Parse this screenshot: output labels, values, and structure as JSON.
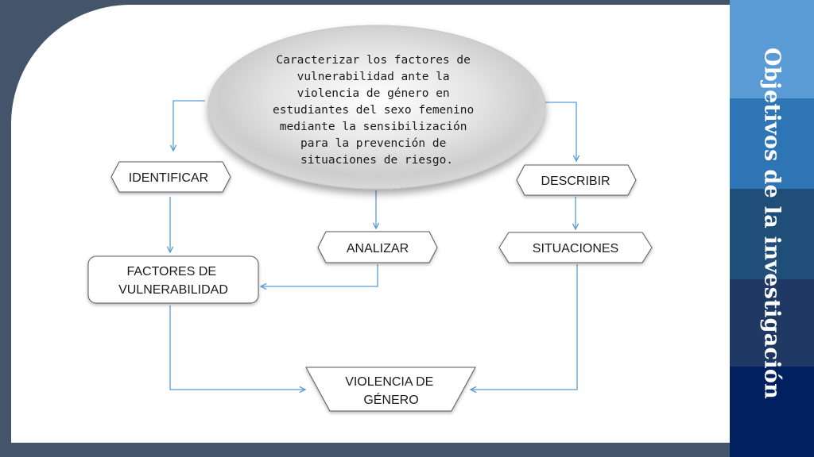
{
  "sidebar": {
    "title": "Objetivos de la investigación",
    "colors": [
      "#5b9bd5",
      "#2e75b6",
      "#1f4e79",
      "#203864",
      "#002060"
    ]
  },
  "diagram": {
    "objective": [
      "Caracterizar los factores de",
      "vulnerabilidad ante la",
      "violencia de género en",
      "estudiantes del sexo femenino",
      "mediante la sensibilización",
      "para la prevención de",
      "situaciones de riesgo."
    ],
    "identificar": "IDENTIFICAR",
    "describir": "DESCRIBIR",
    "analizar": "ANALIZAR",
    "situaciones": "SITUACIONES",
    "factores": [
      "FACTORES DE",
      "VULNERABILIDAD"
    ],
    "violencia": [
      "VIOLENCIA DE",
      "GÉNERO"
    ],
    "connector_color": "#5b9bd5"
  }
}
